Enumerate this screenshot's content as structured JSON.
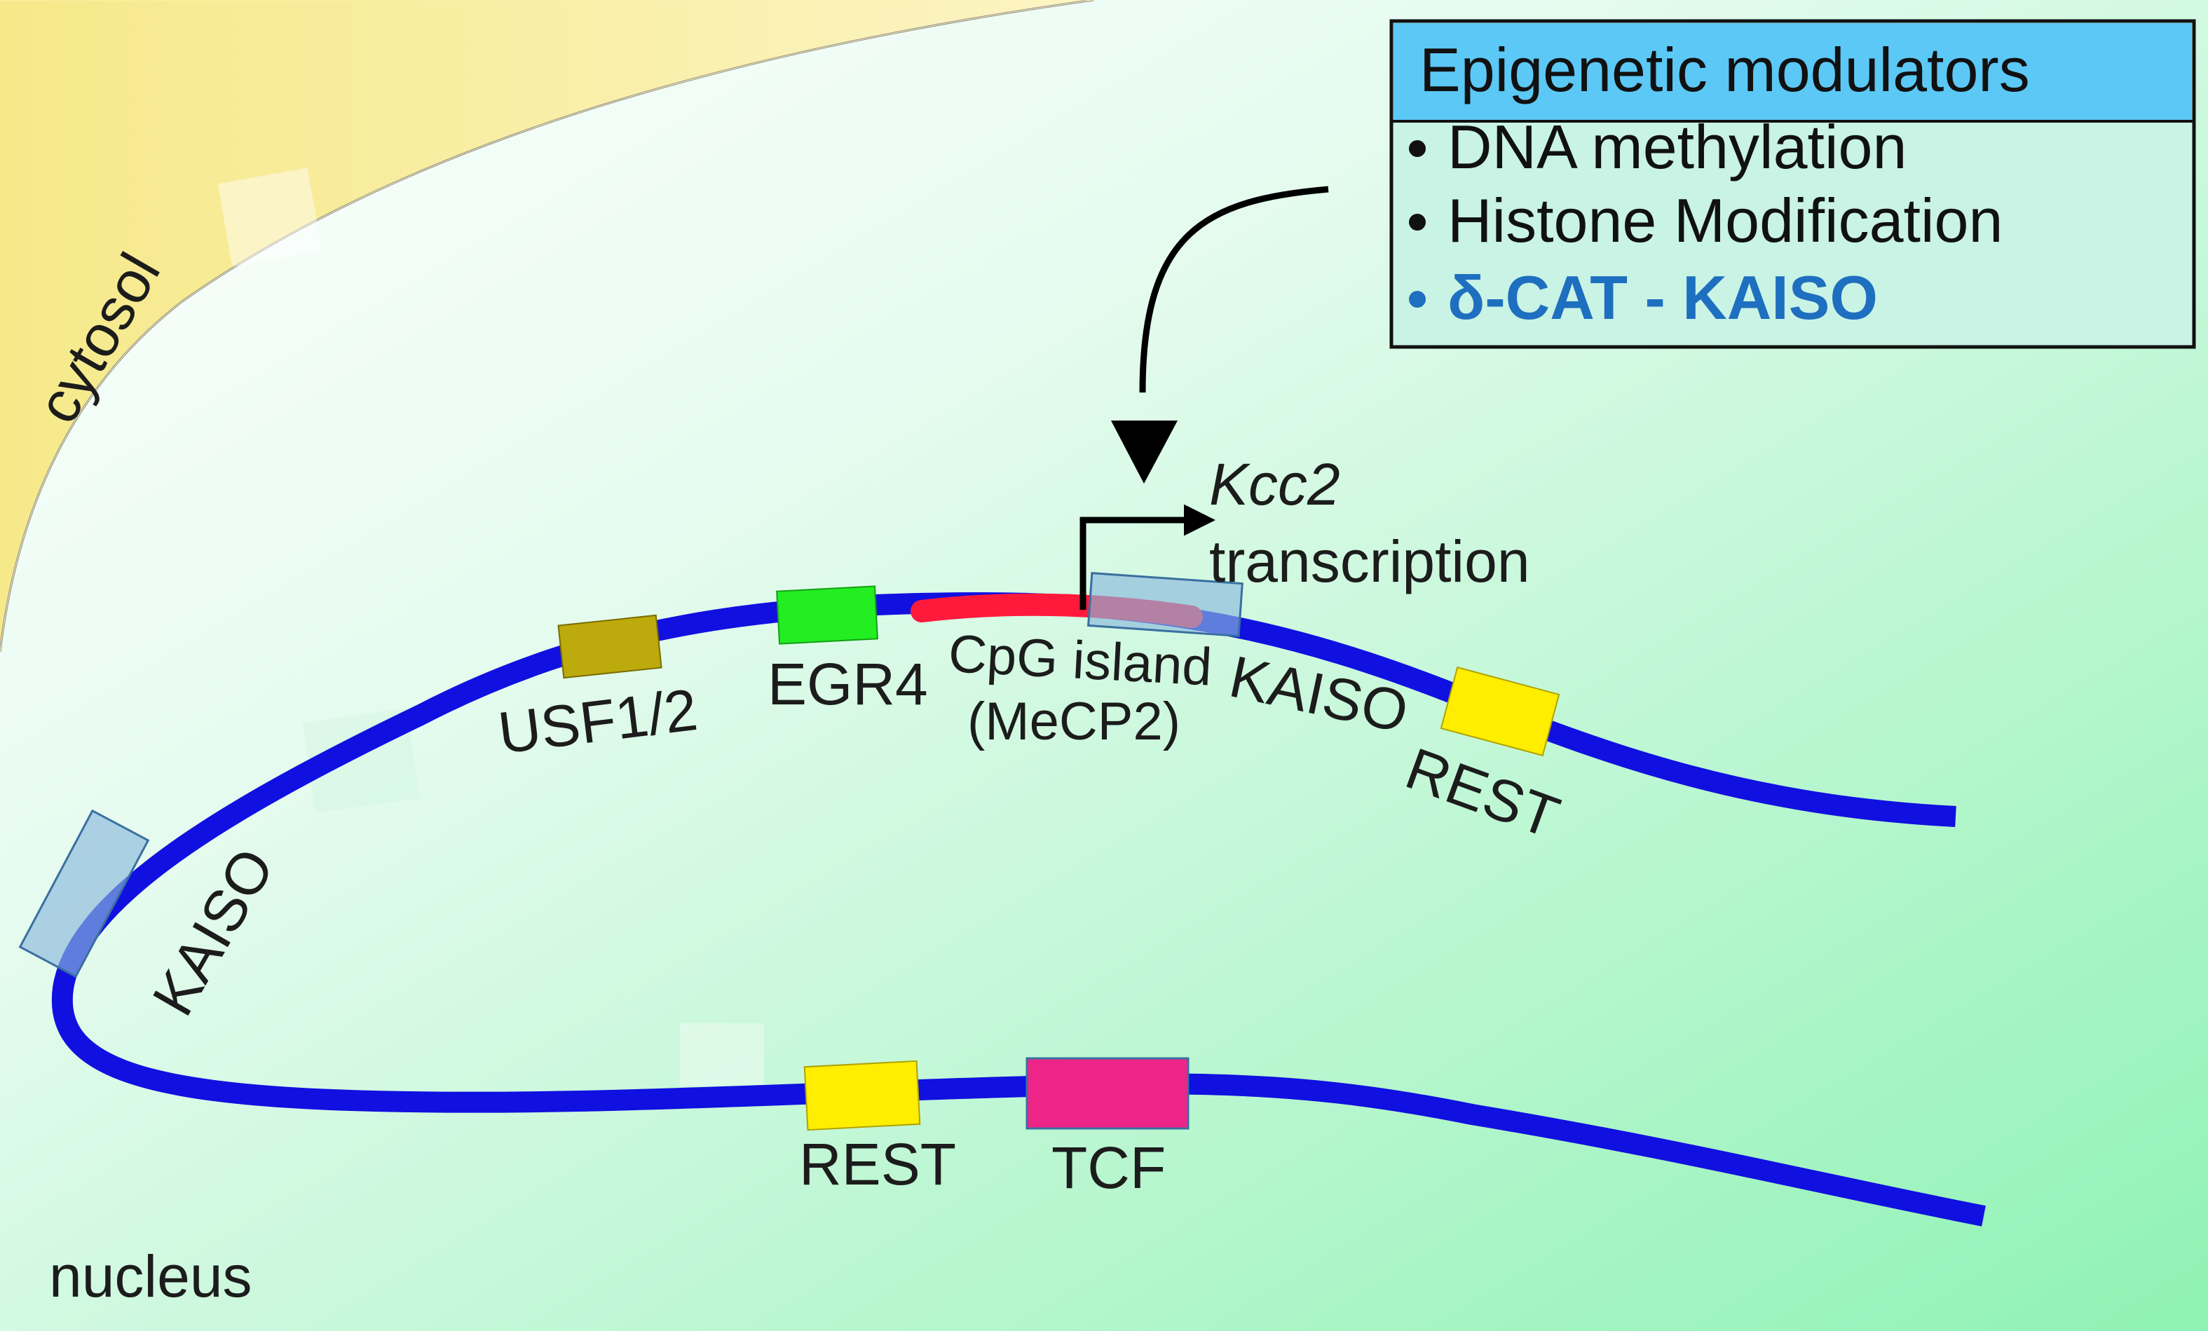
{
  "compartments": {
    "cytosol": "cytosol",
    "nucleus": "nucleus"
  },
  "legend": {
    "title": "Epigenetic modulators",
    "items": [
      {
        "bullet": "•",
        "text": "DNA methylation",
        "color": "#111111"
      },
      {
        "bullet": "•",
        "text": "Histone Modification",
        "color": "#111111"
      },
      {
        "bullet": "•",
        "text": "δ-CAT - KAISO",
        "color": "#1f6fc0"
      }
    ],
    "header_color": "#5cc8f5",
    "body_color": "#c9f3e4"
  },
  "transcription": {
    "gene": "Kcc2",
    "label": "transcription"
  },
  "binding_sites": {
    "usf": "USF1/2",
    "egr4": "EGR4",
    "cpg_line1": "CpG island",
    "cpg_line2": "(MeCP2)",
    "kaiso_upper": "KAISO",
    "rest_upper": "REST",
    "kaiso_left": "KAISO",
    "rest_lower": "REST",
    "tcf": "TCF"
  },
  "colors": {
    "dna": "#1010e0",
    "cpg": "#ff1a3c",
    "usf": "#bdaa0c",
    "egr4": "#22ee22",
    "rest": "#ffee00",
    "tcf": "#ee2588",
    "kaiso_box": "#8ab9dc",
    "cytosol": "#fbef9e"
  }
}
